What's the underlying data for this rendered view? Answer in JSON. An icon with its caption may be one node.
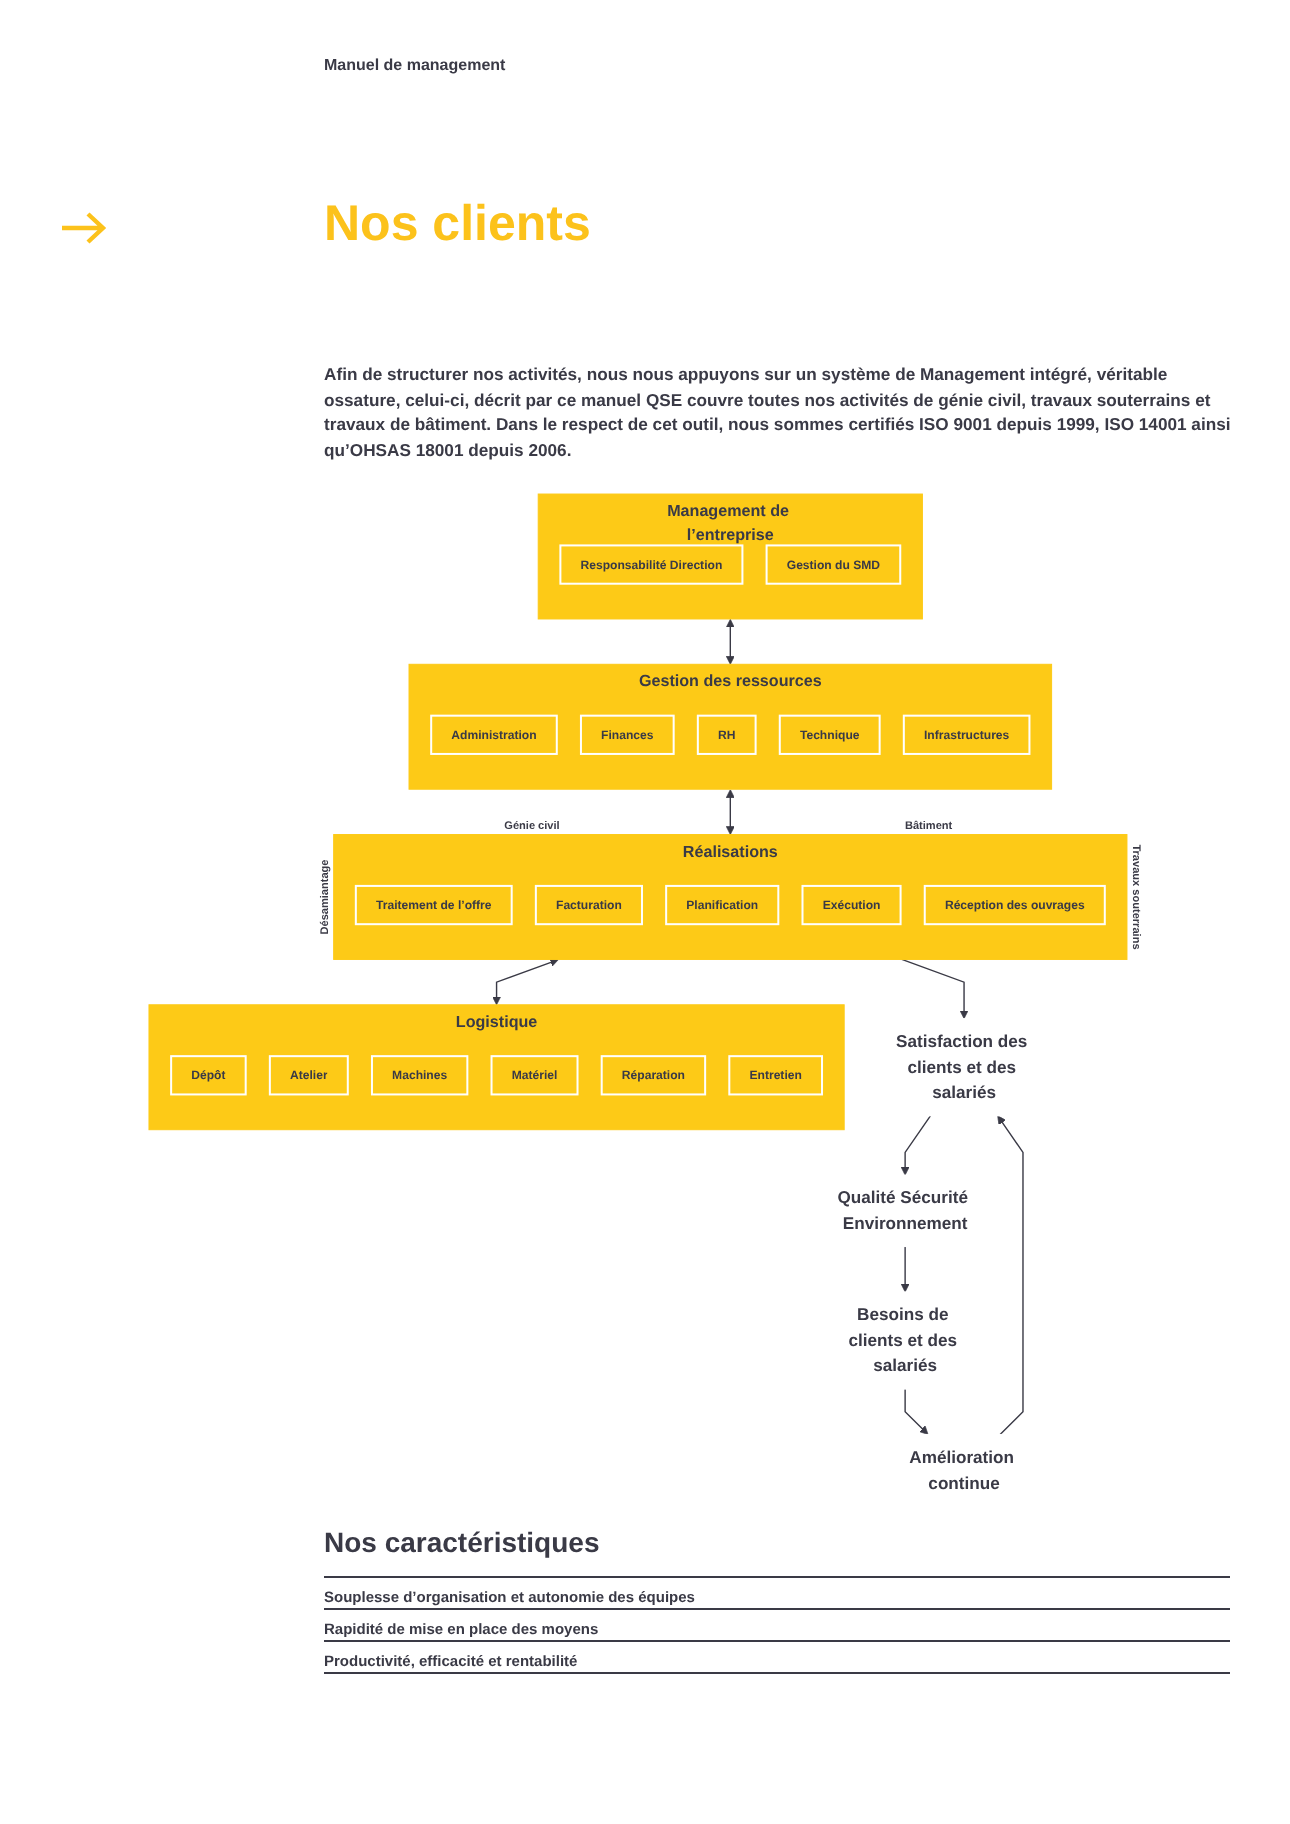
{
  "diagram": {
    "title": "Nos clients",
    "nodes": [
      {
        "text": [
          "Management de l’entreprise"
        ]
      },
      {
        "text": [
          "Responsabilité Direction"
        ],
        "in": 0
      },
      {
        "text": [
          "Gestion du SMD"
        ],
        "in": 0
      },
      {
        "text": [
          "Gestion des ressources"
        ]
      },
      {
        "text": [
          "Administration"
        ],
        "in": 3
      },
      {
        "text": [
          "Finances"
        ],
        "in": 3
      },
      {
        "text": [
          "RH"
        ],
        "in": 3
      },
      {
        "text": [
          "Technique"
        ],
        "in": 3
      },
      {
        "text": [
          "Infrastructures"
        ],
        "in": 3
      },
      {
        "text": [
          "Réalisations"
        ],
        "beside": [
          "Génie civil",
          "Bâtiment",
          "Désamiantage",
          "Travaux souterrains"
        ]
      },
      {
        "text": [
          "Traitement de l’offre"
        ],
        "in": 9
      },
      {
        "text": [
          "Facturation"
        ],
        "in": 9
      },
      {
        "text": [
          "Planification"
        ],
        "in": 9
      },
      {
        "text": [
          "Exécution"
        ],
        "in": 9
      },
      {
        "text": [
          "Réception des ouvrages"
        ],
        "in": 9
      },
      {
        "text": [
          "Logistique"
        ]
      },
      {
        "text": [
          "Dépôt"
        ],
        "in": 15
      },
      {
        "text": [
          "Atelier"
        ],
        "in": 15
      },
      {
        "text": [
          "Machines"
        ],
        "in": 15
      },
      {
        "text": [
          "Matériel"
        ],
        "in": 15
      },
      {
        "text": [
          "Réparation"
        ],
        "in": 15
      },
      {
        "text": [
          "Entretien"
        ],
        "in": 15
      },
      {
        "text": [
          "Besoins de clients et des salariés"
        ]
      },
      {
        "text": [
          "Amélioration continue"
        ]
      },
      {
        "text": [
          "Satisfaction des clients et des salariés"
        ]
      },
      {
        "text": [
          "Qualité Sécurité Environnement"
        ]
      }
    ],
    "edges": [
      {
        "from": 0,
        "to": 3,
        "arrow": "both"
      },
      {
        "from": 3,
        "to": 9,
        "arrow": "both"
      },
      {
        "from": 9,
        "to": 15,
        "arrow": "both"
      },
      {
        "from": 25,
        "to": 22,
        "arrow": "to"
      },
      {
        "from": 22,
        "to": 23,
        "arrow": "to"
      },
      {
        "from": 23,
        "to": 24,
        "arrow": "to"
      },
      {
        "from": 24,
        "to": 25,
        "arrow": "to"
      },
      {
        "from": 9,
        "to": 24,
        "arrow": "to"
      }
    ],
    "labels": [
      "Manuel de management",
      "Afin de structurer nos activités, nous nous appuyons sur un système de Management intégré, véritable ossature, celui-ci, décrit par ce manuel QSE couvre toutes nos activités de génie civil, travaux souterrains et travaux de bâtiment. Dans le respect de cet outil, nous sommes certifiés ISO 9001 depuis 1999, ISO 14001 ainsi qu’OHSAS 18001 depuis 2006.",
      "Nos caractéristiques",
      "Souplesse d’organisation et autonomie des équipes",
      "Rapidité de mise en place des moyens",
      "Productivité, efficacité et rentabilité"
    ]
  }
}
